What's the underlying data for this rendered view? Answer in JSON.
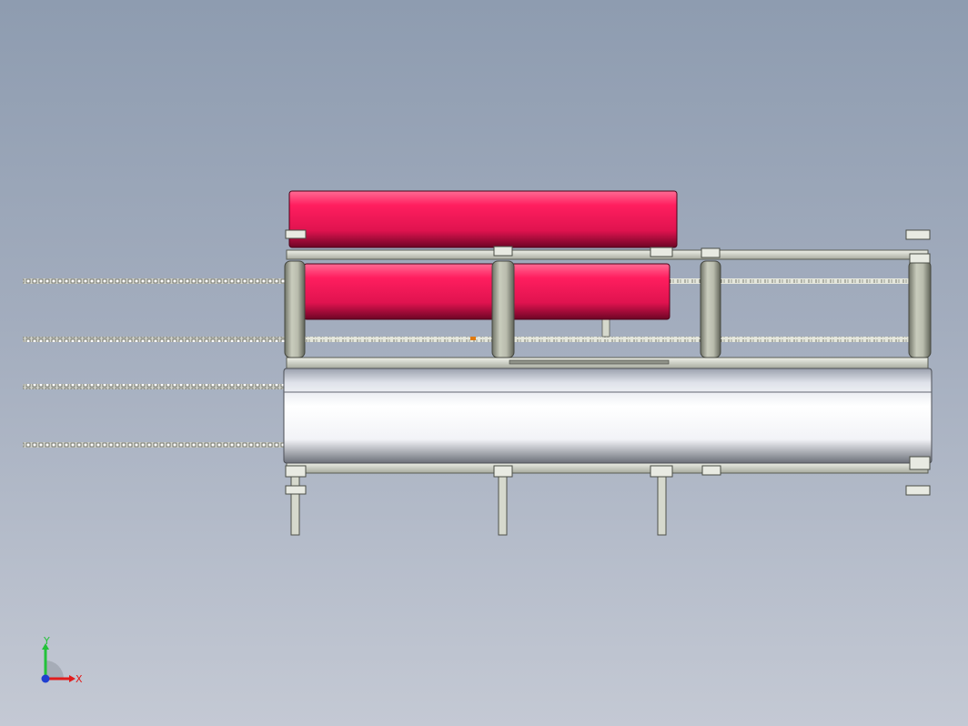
{
  "viewport": {
    "view": "top",
    "background_top": "#8e9cb0",
    "background_bottom": "#c4c9d4"
  },
  "model": {
    "cylinders": [
      {
        "name": "red-cylinder-top",
        "color": "#e0134f"
      },
      {
        "name": "red-cylinder-middle",
        "color": "#e0134f"
      },
      {
        "name": "white-cylinder-bottom",
        "color": "#f2f3f7"
      }
    ],
    "frame_color": "#d9ddd0",
    "band_color": "#a9ad9c",
    "chain_color": "#c7c9c2"
  },
  "triad": {
    "x_label": "X",
    "y_label": "Y",
    "x_color": "#e11c1c",
    "y_color": "#23c23a",
    "z_color": "#1f3fd1"
  }
}
